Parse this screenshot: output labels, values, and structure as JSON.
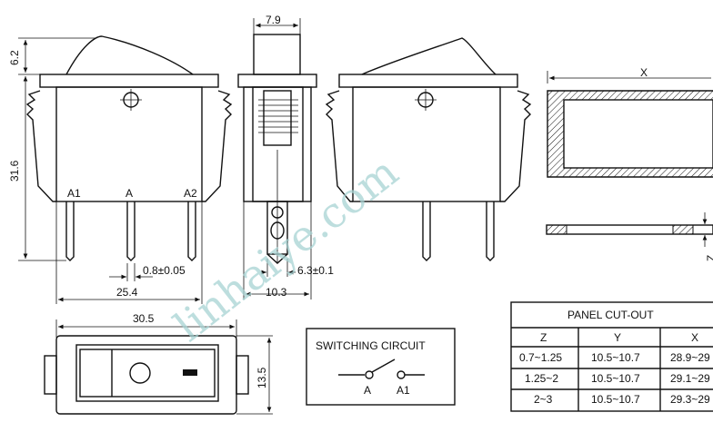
{
  "dimensions": {
    "top_width": "7.9",
    "cap_height": "6.2",
    "body_height": "31.6",
    "pin_spacing": "0.8±0.05",
    "pin_width": "6.3±0.1",
    "pin_pitch": "25.4",
    "depth": "10.3",
    "width": "30.5",
    "front_height": "13.5",
    "panel_x": "X",
    "panel_z": "Z"
  },
  "pins": {
    "left": "A1",
    "center": "A",
    "right": "A2"
  },
  "switching_circuit": {
    "title": "SWITCHING CIRCUIT",
    "pin_a": "A",
    "pin_a1": "A1"
  },
  "panel_cutout": {
    "title": "PANEL CUT-OUT",
    "headers": [
      "Z",
      "Y",
      "X"
    ],
    "rows": [
      [
        "0.7~1.25",
        "10.5~10.7",
        "28.9~29"
      ],
      [
        "1.25~2",
        "10.5~10.7",
        "29.1~29"
      ],
      [
        "2~3",
        "10.5~10.7",
        "29.3~29"
      ]
    ]
  },
  "watermark": "linhaiye.com",
  "colors": {
    "line": "#111111",
    "watermark": "#a8d4d4"
  }
}
